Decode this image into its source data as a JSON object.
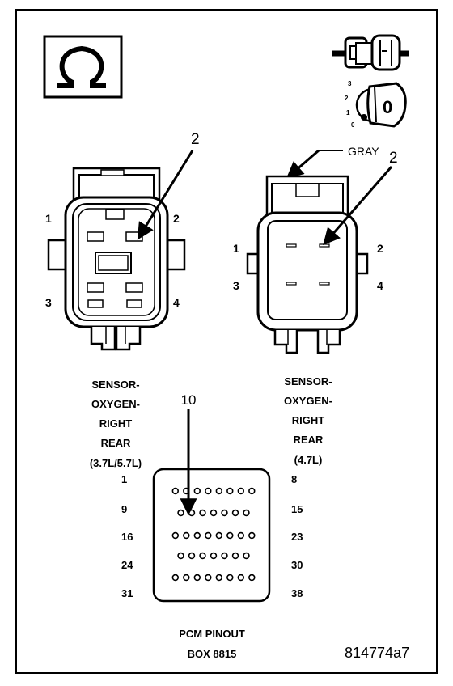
{
  "ohm_symbol": "Ω",
  "key_icon": {
    "digit": "0",
    "scale": [
      "3",
      "2",
      "1",
      "0"
    ]
  },
  "gray_label": "GRAY",
  "left_connector": {
    "pointer": "2",
    "pins": [
      "1",
      "2",
      "3",
      "4"
    ],
    "title_lines": [
      "SENSOR-",
      "OXYGEN-",
      "RIGHT",
      "REAR",
      "(3.7L/5.7L)"
    ]
  },
  "right_connector": {
    "pointer": "2",
    "pins": [
      "1",
      "2",
      "3",
      "4"
    ],
    "title_lines": [
      "SENSOR-",
      "OXYGEN-",
      "RIGHT",
      "REAR",
      "(4.7L)"
    ]
  },
  "pcm": {
    "pointer": "10",
    "left_row_numbers": [
      "1",
      "9",
      "16",
      "24",
      "31"
    ],
    "right_row_numbers": [
      "8",
      "15",
      "23",
      "30",
      "38"
    ],
    "title_lines": [
      "PCM PINOUT",
      "BOX 8815"
    ]
  },
  "figure_id": "814774a7"
}
